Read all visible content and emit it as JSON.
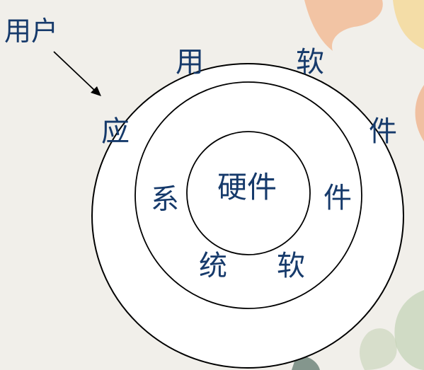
{
  "user_label": "用户",
  "layers": {
    "outer": {
      "chars": [
        "用",
        "软",
        "应",
        "件"
      ]
    },
    "middle": {
      "chars": [
        "系",
        "统",
        "软",
        "件"
      ]
    },
    "inner": {
      "label": "硬件"
    }
  },
  "colors": {
    "text": "#163a6b",
    "ring_stroke": "#000000",
    "background": "#f1efea"
  }
}
